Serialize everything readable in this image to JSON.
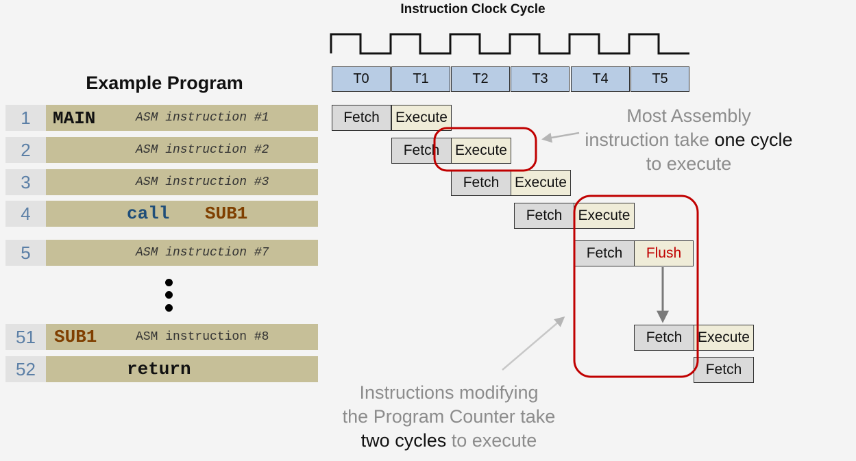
{
  "clock": {
    "title": "Instruction Clock Cycle",
    "cycles": [
      "T0",
      "T1",
      "T2",
      "T3",
      "T4",
      "T5"
    ]
  },
  "program": {
    "title": "Example Program",
    "lines": [
      {
        "num": "1",
        "label": "MAIN",
        "text": "ASM instruction #1"
      },
      {
        "num": "2",
        "text": "ASM instruction #2"
      },
      {
        "num": "3",
        "text": "ASM instruction #3"
      },
      {
        "num": "4",
        "keyword": "call",
        "operand": "SUB1"
      },
      {
        "num": "5",
        "text": "ASM instruction #7"
      },
      {
        "num": "51",
        "label": "SUB1",
        "text": "ASM instruction #8"
      },
      {
        "num": "52",
        "keyword": "return"
      }
    ]
  },
  "pipeline": {
    "fetch": "Fetch",
    "execute": "Execute",
    "flush": "Flush"
  },
  "notes": {
    "top": {
      "line1": "Most Assembly",
      "line2_a": "instruction take ",
      "line2_b": "one cycle",
      "line3": "to execute"
    },
    "bottom": {
      "line1": "Instructions modifying",
      "line2": "the Program Counter take",
      "line3_a": "two cycles",
      "line3_b": " to execute"
    }
  },
  "colors": {
    "cycle_cell": "#b8cce4",
    "line_bar": "#c6bf98",
    "highlight": "#c00000",
    "keyword": "#1f4e79",
    "label_brown": "#7f3f00"
  }
}
